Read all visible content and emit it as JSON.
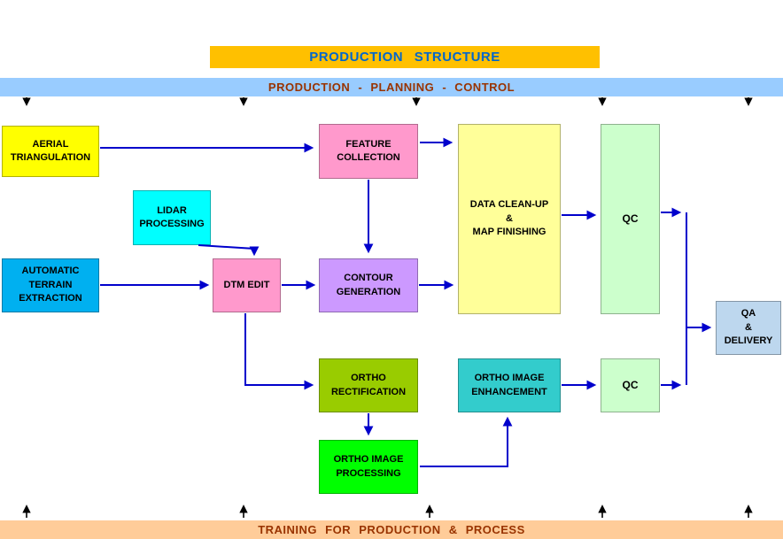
{
  "title": "PRODUCTION STRUCTURE",
  "top_band": "PRODUCTION - PLANNING - CONTROL",
  "bottom_band": "TRAINING FOR PRODUCTION & PROCESS",
  "colors": {
    "title_bar_bg": "#FFC000",
    "title_text": "#0066CC",
    "top_band_bg": "#99CCFF",
    "bottom_band_bg": "#FFCC99",
    "band_text": "#993300",
    "flow_arrow": "#0000CC",
    "band_arrow": "#000000"
  },
  "boxes": {
    "aerial_triangulation": {
      "label": "AERIAL\nTRIANGULATION",
      "color": "#FFFF00"
    },
    "feature_collection": {
      "label": "FEATURE\nCOLLECTION",
      "color": "#FF99CC"
    },
    "data_cleanup": {
      "label": "DATA CLEAN-UP\n&\nMAP FINISHING",
      "color": "#FFFF99"
    },
    "qc_top": {
      "label": "QC",
      "color": "#CCFFCC"
    },
    "lidar_processing": {
      "label": "LIDAR\nPROCESSING",
      "color": "#00FFFF"
    },
    "automatic_terrain_extraction": {
      "label": "AUTOMATIC\nTERRAIN\nEXTRACTION",
      "color": "#00B0F0"
    },
    "dtm_edit": {
      "label": "DTM EDIT",
      "color": "#FF99CC"
    },
    "contour_generation": {
      "label": "CONTOUR\nGENERATION",
      "color": "#CC99FF"
    },
    "qa_delivery": {
      "label": "QA\n&\nDELIVERY",
      "color": "#BDD7EE"
    },
    "ortho_rectification": {
      "label": "ORTHO\nRECTIFICATION",
      "color": "#99CC00"
    },
    "ortho_image_enhancement": {
      "label": "ORTHO IMAGE\nENHANCEMENT",
      "color": "#33CCCC"
    },
    "qc_bottom": {
      "label": "QC",
      "color": "#CCFFCC"
    },
    "ortho_image_processing": {
      "label": "ORTHO IMAGE\nPROCESSING",
      "color": "#00FF00"
    }
  }
}
